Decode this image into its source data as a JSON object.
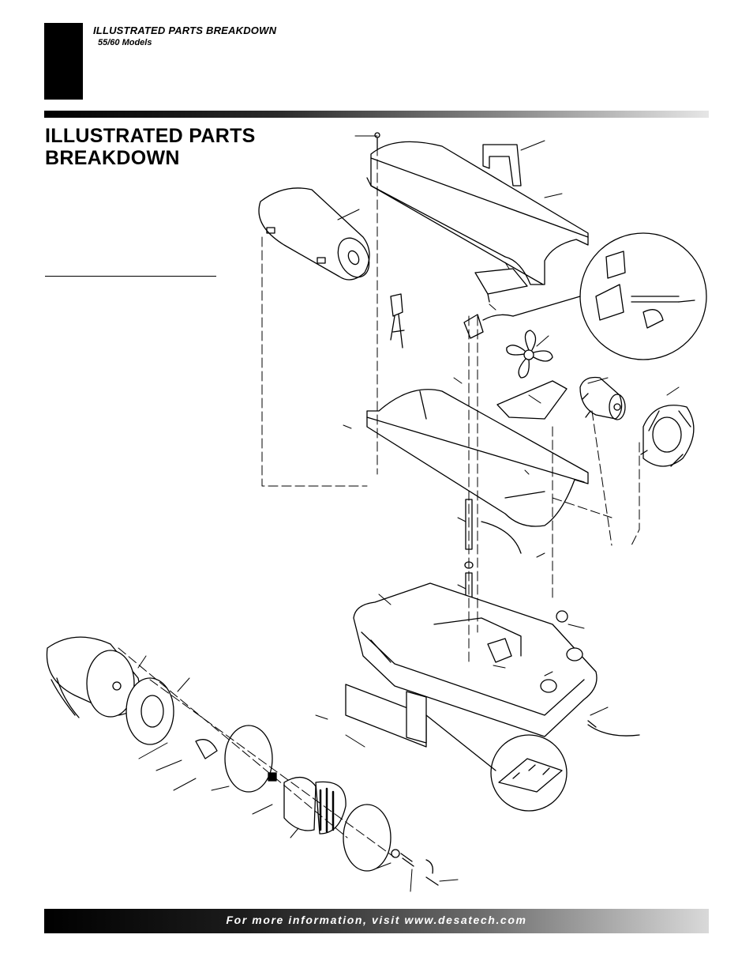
{
  "header": {
    "section_title": "ILLUSTRATED PARTS BREAKDOWN",
    "models": "55/60 Models"
  },
  "page": {
    "heading": "ILLUSTRATED PARTS\nBREAKDOWN"
  },
  "footer": {
    "text": "For more information, visit www.desatech.com"
  },
  "diagram": {
    "subject": "exploded view of heater parts"
  }
}
